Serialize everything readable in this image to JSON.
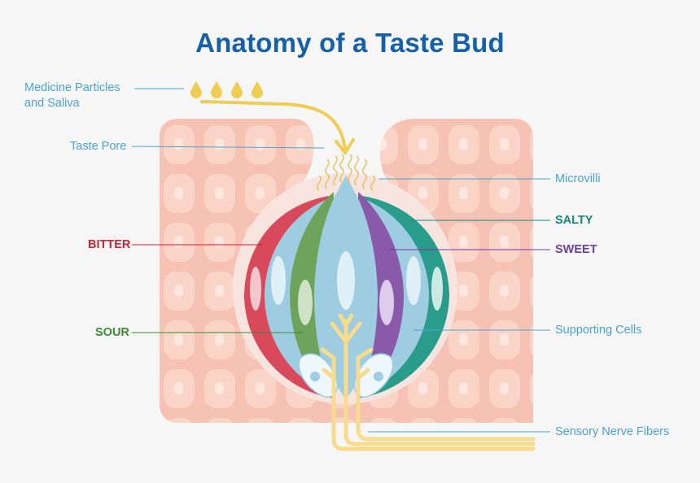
{
  "title": "Anatomy of a Taste Bud",
  "labels": {
    "medicine_line1": "Medicine Particles",
    "medicine_line2": "and Saliva",
    "taste_pore": "Taste Pore",
    "bitter": "BITTER",
    "sour": "SOUR",
    "microvilli": "Microvilli",
    "salty": "SALTY",
    "sweet": "SWEET",
    "supporting_cells": "Supporting Cells",
    "sensory_nerve_fibers": "Sensory Nerve Fibers"
  },
  "colors": {
    "title": "#1560a8",
    "tissue": "#f6c2b4",
    "bitter": "#d8495b",
    "sour": "#6ea35b",
    "salty": "#2a9c8c",
    "sweet": "#8a5aaa",
    "supporting": "#9ecde2",
    "nerve": "#f6dc8c",
    "droplet": "#efcd52"
  }
}
